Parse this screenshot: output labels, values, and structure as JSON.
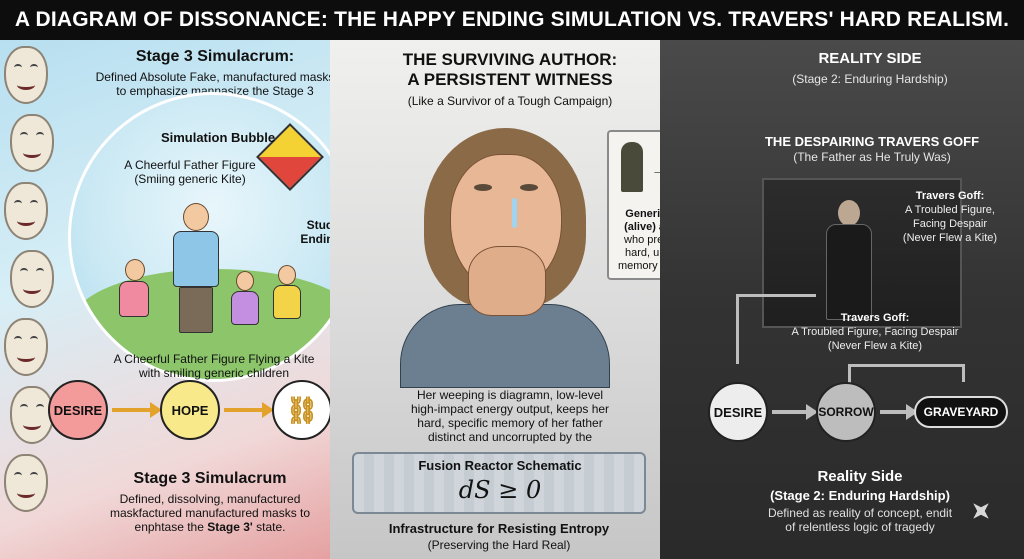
{
  "header": {
    "title": "A DIAGRAM OF DISSONANCE: THE HAPPY ENDING SIMULATION VS. TRAVERS' HARD REALISM."
  },
  "left": {
    "top_heading": "Stage 3 Simulacrum:",
    "top_desc_line1": "Defined Absolute Fake, manufactured masks",
    "top_desc_line2": "to emphasize mannasize the Stage 3",
    "bubble_title": "Simulation Bubble",
    "bubble_sub_line1": "A Cheerful Father Figure",
    "bubble_sub_line2": "(Smiing generic Kite)",
    "overwrite_line1": "Studio's Happy",
    "overwrite_line2": "Ending Overwrite",
    "caption_line1": "A Cheerful Father Figure Flying a Kite",
    "caption_line2": "with smiling generic children",
    "flow": [
      "DESIRE",
      "HOPE"
    ],
    "bottom_heading": "Stage 3 Simulacrum",
    "bottom_desc_line1": "Defined, dissolving, manufactured",
    "bottom_desc_line2": "maskfactured manufactured masks to",
    "bottom_desc_line3_pre": "enphtase the ",
    "bottom_desc_line3_bold": "Stage 3'",
    "bottom_desc_line3_post": " state."
  },
  "center": {
    "heading_line1": "THE SURVIVING AUTHOR:",
    "heading_line2": "A PERSISTENT WITNESS",
    "subheading": "(Like a Survivor of a Tough Campaign)",
    "witness_line1": "Generic survivor",
    "witness_line2": "(alive) and fallen)",
    "witness_line3": "who preserves the",
    "witness_line4": "hard, unvarnished",
    "witness_line5": "memory of her father",
    "weeping_line1": "Her weeping is diagramn, low-level",
    "weeping_line2": "high-impact energy output, keeps her",
    "weeping_line3": "hard, specific memory of her father",
    "weeping_line4": "distinct and uncorrupted by the",
    "reactor_title": "Fusion Reactor Schematic",
    "equation": "dS ≥ 0",
    "infra_title": "Infrastructure for Resisting Entropy",
    "infra_sub": "(Preserving the Hard Real)"
  },
  "right": {
    "top_heading": "REALITY SIDE",
    "top_sub": "(Stage 2: Enduring Hardship)",
    "travers_heading": "THE DESPAIRING TRAVERS GOFF",
    "travers_sub": "(The Father as He Truly Was)",
    "photo_label_name": "Travers Goff:",
    "photo_label_line1": "A Troubled Figure,",
    "photo_label_line2": "Facing Despair",
    "photo_label_line3": "(Never Flew a Kite)",
    "mid_label_name": "Travers Goff:",
    "mid_label_line1": "A Troubled Figure, Facing Despair",
    "mid_label_line2": "(Never Flew a Kite)",
    "flow": [
      "DESIRE",
      "SORROW",
      "GRAVEYARD"
    ],
    "bottom_heading": "Reality Side",
    "bottom_sub": "(Stage 2: Enduring Hardship)",
    "bottom_desc_line1": "Defined as reality of  concept, endit",
    "bottom_desc_line2": "of relentless logic of tragedy"
  }
}
